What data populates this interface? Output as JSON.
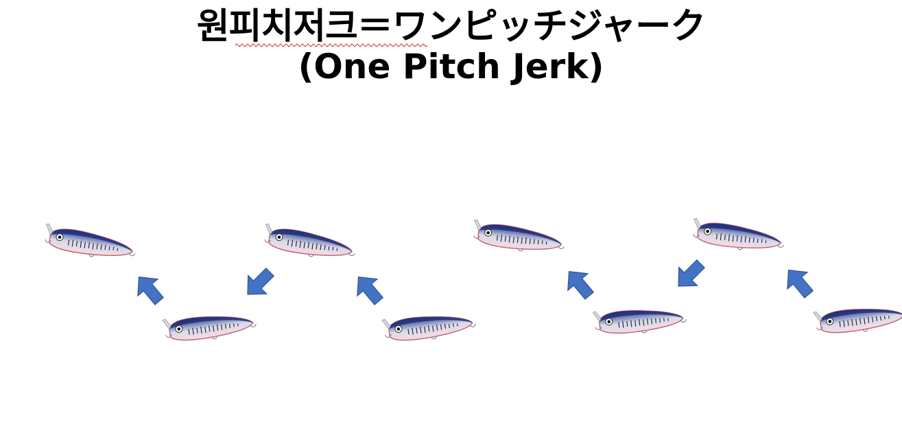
{
  "title": {
    "line1": "원피치저크＝ワンピッチジャーク",
    "line2": "(One Pitch Jerk)"
  },
  "colors": {
    "arrow": "#4472C4",
    "arrow_edge": "#2F5597",
    "lure_back": "#1f2f7a",
    "lure_belly": "#f3dde6",
    "lure_outline": "#c06070",
    "spellcheck": "#e03030"
  },
  "diagram": {
    "description_elements": "lure-and-arrow sequence",
    "lures": [
      {
        "id": "lure-1",
        "level": "high",
        "facing": "left"
      },
      {
        "id": "lure-2",
        "level": "low",
        "facing": "left"
      },
      {
        "id": "lure-3",
        "level": "high",
        "facing": "left"
      },
      {
        "id": "lure-4",
        "level": "low",
        "facing": "left"
      },
      {
        "id": "lure-5",
        "level": "high",
        "facing": "left"
      },
      {
        "id": "lure-6",
        "level": "low",
        "facing": "left"
      },
      {
        "id": "lure-7",
        "level": "high",
        "facing": "left"
      },
      {
        "id": "lure-8",
        "level": "low",
        "facing": "left"
      }
    ],
    "arrows": [
      {
        "id": "arrow-1",
        "direction": "up-left"
      },
      {
        "id": "arrow-2",
        "direction": "down-left"
      },
      {
        "id": "arrow-3",
        "direction": "up-left"
      },
      {
        "id": "arrow-4",
        "direction": "up-left"
      },
      {
        "id": "arrow-5",
        "direction": "down-left"
      },
      {
        "id": "arrow-6",
        "direction": "up-left"
      }
    ]
  }
}
